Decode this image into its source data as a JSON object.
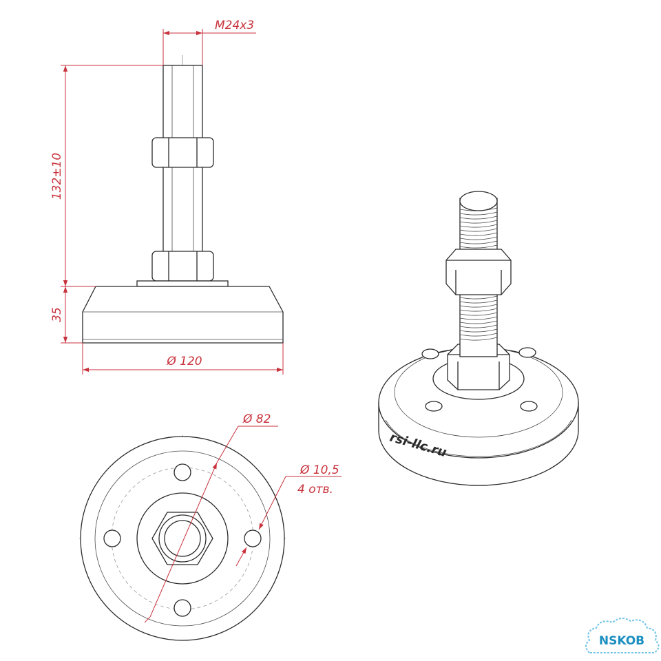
{
  "dimensions": {
    "thread": "M24x3",
    "height": "132±10",
    "base_height": "35",
    "base_diameter": "Ø 120",
    "bolt_circle": "Ø 82",
    "hole_diameter": "Ø 10,5",
    "hole_count": "4 отв."
  },
  "brand": {
    "engraving": "rsi-llc.ru",
    "logo": "NSKOB"
  },
  "colors": {
    "dimension": "#c8323c",
    "outline": "#2a2a2a",
    "logo": "#1c8fc0"
  }
}
